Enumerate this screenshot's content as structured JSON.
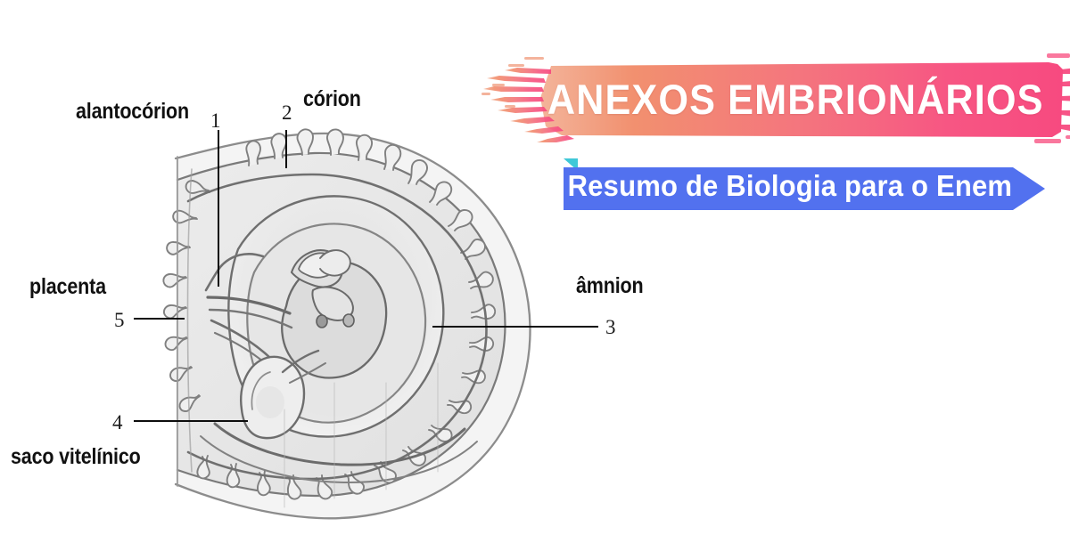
{
  "banner": {
    "title": "ANEXOS EMBRIONÁRIOS",
    "subtitle": "Resumo de Biologia para o Enem",
    "brush_color_left": "#F2906F",
    "brush_color_right": "#F74A80",
    "ribbon_color": "#5271EF",
    "ribbon_tab_color": "#3FC8D8",
    "text_color": "#FFFFFF"
  },
  "diagram": {
    "name": "embryo-annexes-diagram",
    "description": "Ilustração em tons de cinza de um embrião com seus anexos embrionários em corte",
    "stroke_color": "#6E6E6E",
    "fill_color": "#EFEFEF",
    "labels": [
      {
        "id": "alantocorion",
        "text": "alantocórion",
        "marker": "1"
      },
      {
        "id": "corion",
        "text": "córion",
        "marker": "2"
      },
      {
        "id": "amnion",
        "text": "âmnion",
        "marker": "3"
      },
      {
        "id": "saco-vitelinico",
        "text": "saco vitelínico",
        "marker": "4"
      },
      {
        "id": "placenta",
        "text": "placenta",
        "marker": "5"
      }
    ]
  }
}
